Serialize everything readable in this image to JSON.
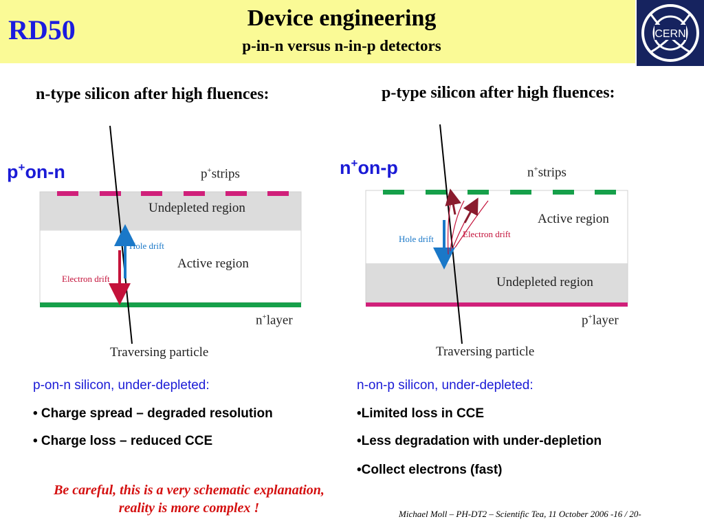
{
  "header": {
    "brand": "RD50",
    "title": "Device engineering",
    "subtitle": "p-in-n versus n-in-p detectors",
    "logo_text": "CERN",
    "bg_color": "#fafa96",
    "logo_bg_color": "#16235f"
  },
  "left": {
    "heading": "n-type silicon after high fluences:",
    "device_label_base": "p",
    "device_label_sup": "+",
    "device_label_rest": "on-n",
    "strips_base": "p",
    "strips_sup": "+",
    "strips_rest": "strips",
    "undepleted": "Undepleted region",
    "active": "Active region",
    "hole_drift": "Hole drift",
    "electron_drift": "Electron drift",
    "layer_base": "n",
    "layer_sup": "+",
    "layer_rest": "layer",
    "particle": "Traversing particle",
    "summary_heading": "p-on-n silicon, under-depleted:",
    "bullets": [
      "• Charge spread – degraded resolution",
      "• Charge loss – reduced CCE"
    ],
    "strip_color": "#d0207a",
    "layer_color": "#16a04a"
  },
  "right": {
    "heading": "p-type silicon after high fluences:",
    "device_label_base": "n",
    "device_label_sup": "+",
    "device_label_rest": "on-p",
    "strips_base": "n",
    "strips_sup": "+",
    "strips_rest": "strips",
    "active": "Active region",
    "undepleted": "Undepleted region",
    "hole_drift": "Hole drift",
    "electron_drift": "Electron drift",
    "layer_base": "p",
    "layer_sup": "+",
    "layer_rest": "layer",
    "particle": "Traversing particle",
    "summary_heading": "n-on-p silicon, under-depleted:",
    "bullets": [
      "•Limited loss in CCE",
      "•Less degradation with under-depletion",
      "•Collect electrons (fast)"
    ],
    "strip_color": "#16a04a",
    "layer_color": "#d0207a"
  },
  "caution": {
    "line1": "Be careful, this is a very schematic explanation,",
    "line2": "reality is more complex !"
  },
  "footer": {
    "text": "Michael Moll –  PH-DT2 – Scientific Tea, 11 October 2006       -16 / 20-"
  }
}
